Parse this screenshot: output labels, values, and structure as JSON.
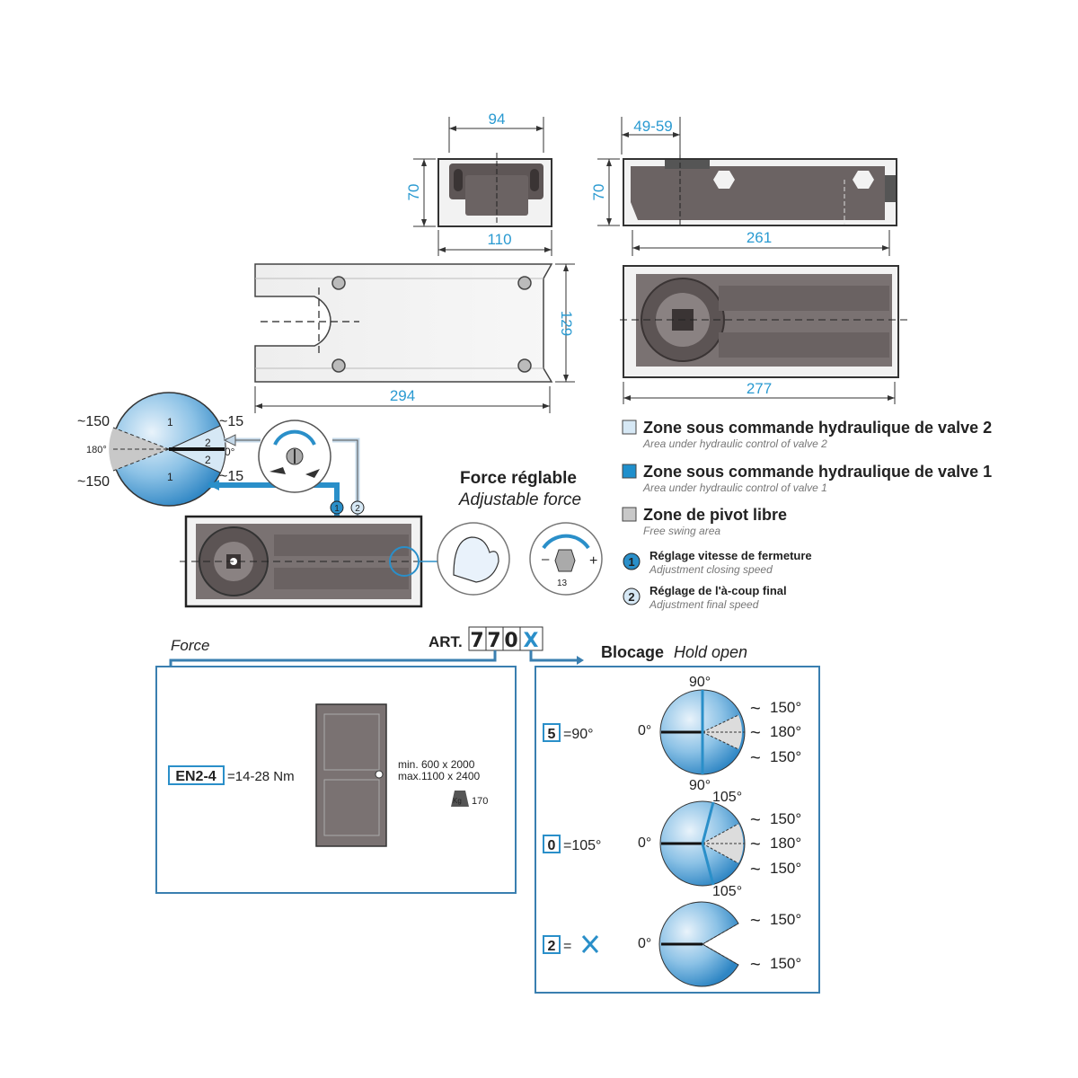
{
  "dimensions": {
    "front_width": "94",
    "front_height": "70",
    "front_base": "110",
    "side_offset": "49-59",
    "side_height": "70",
    "side_length": "261",
    "plate_height": "129",
    "plate_length": "294",
    "body_length": "277"
  },
  "swing_diagram": {
    "angle_left_top": "~150",
    "angle_left_bottom": "~150",
    "angle_right_top": "~15",
    "angle_right_bottom": "~15",
    "angle_180": "180°",
    "angle_0": "0°",
    "zone_1": "1",
    "zone_2": "2",
    "valve_1": "1",
    "valve_2": "2"
  },
  "force_adjust": {
    "title": "Force réglable",
    "subtitle": "Adjustable force",
    "minus": "–",
    "plus": "+",
    "key_size": "13"
  },
  "legend": [
    {
      "title": "Zone sous commande hydraulique de valve 2",
      "subtitle": "Area under hydraulic control of valve 2",
      "color": "#d6e8f5"
    },
    {
      "title": "Zone sous commande hydraulique de valve 1",
      "subtitle": "Area under hydraulic control of valve 1",
      "color": "#1f8fcc"
    },
    {
      "title": "Zone de pivot libre",
      "subtitle": "Free swing area",
      "color": "#c8c8c8"
    },
    {
      "number": "1",
      "title": "Réglage vitesse de fermeture",
      "subtitle": "Adjustment closing speed"
    },
    {
      "number": "2",
      "title": "Réglage de l'à-coup final",
      "subtitle": "Adjustment final speed"
    }
  ],
  "article": {
    "prefix": "ART.",
    "digits": [
      "7",
      "7",
      "0",
      "X"
    ]
  },
  "force_panel": {
    "label": "Force",
    "standard": "EN2-4",
    "value": "=14-28 Nm",
    "min_size": "min.  600 x 2000",
    "max_size": "max.1100 x 2400",
    "weight_unit": "Kg",
    "weight": "170"
  },
  "blocage_panel": {
    "label": "Blocage",
    "label_en": "Hold open",
    "options": [
      {
        "code": "5",
        "value": "=90°",
        "angles_top": "90°",
        "zero": "0°",
        "right": [
          "150°",
          "180°",
          "150°"
        ]
      },
      {
        "code": "0",
        "value": "=105°",
        "angles_top": "90°",
        "angle_105_top": "105°",
        "angle_105_bottom": "105°",
        "zero": "0°",
        "right": [
          "150°",
          "180°",
          "150°"
        ]
      },
      {
        "code": "2",
        "value": "=",
        "zero": "0°",
        "right": [
          "150°",
          "150°"
        ]
      }
    ],
    "tilde": "~"
  },
  "colors": {
    "accent_blue": "#2a8fc9",
    "light_blue": "#d6e8f5",
    "gray_zone": "#c8c8c8",
    "frame_blue": "#3a7fb0"
  }
}
